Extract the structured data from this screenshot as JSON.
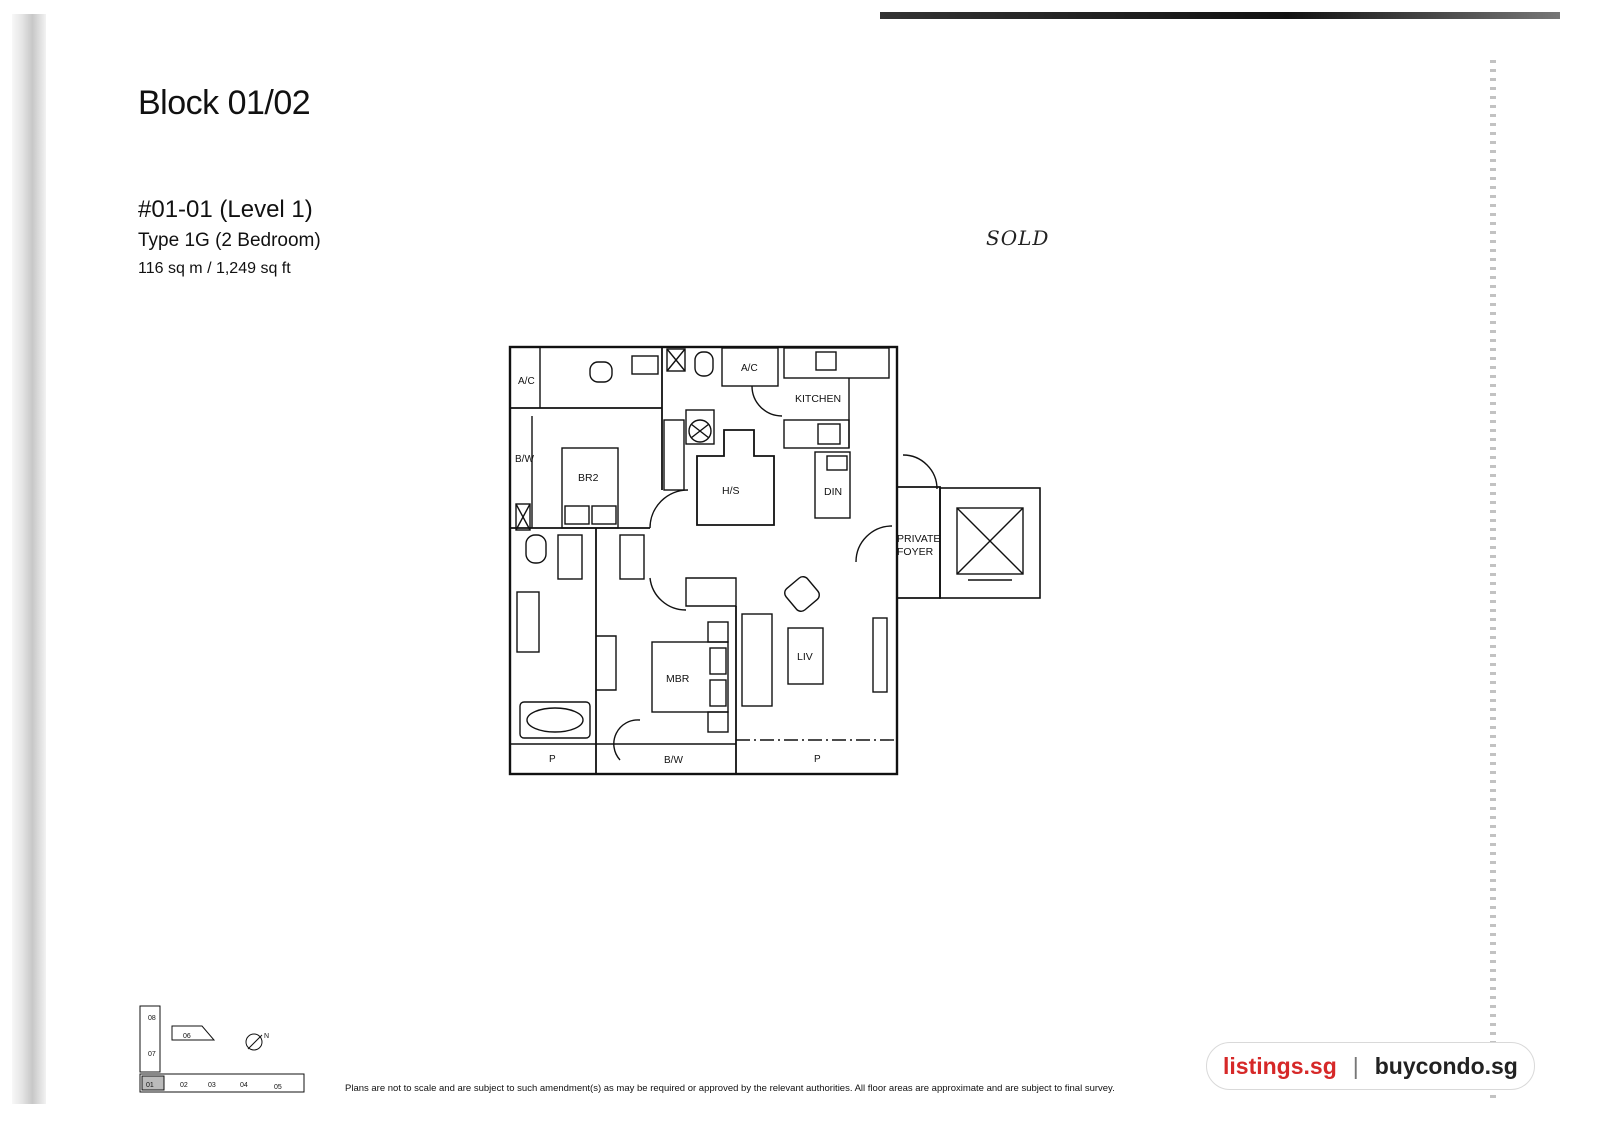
{
  "header": {
    "block": "Block 01/02",
    "unit": "#01-01 (Level 1)",
    "type": "Type 1G (2 Bedroom)",
    "area": "116 sq m / 1,249 sq ft"
  },
  "status_note": "SOLD",
  "floorplan": {
    "rooms": {
      "ac_left": "A/C",
      "ac_top": "A/C",
      "kitchen": "KITCHEN",
      "bw_left": "B/W",
      "br2": "BR2",
      "hs": "H/S",
      "din": "DIN",
      "private_foyer_1": "PRIVATE",
      "private_foyer_2": "FOYER",
      "liv": "LIV",
      "mbr": "MBR",
      "p_left": "P",
      "bw_bottom": "B/W",
      "p_right": "P"
    }
  },
  "keyplan": {
    "units": [
      "01",
      "02",
      "03",
      "04",
      "05",
      "06",
      "07",
      "08"
    ],
    "north": "N"
  },
  "disclaimer": "Plans are not to scale and are subject to such amendment(s) as may be required or approved by the relevant authorities. All floor areas are approximate and are subject to final survey.",
  "watermark": {
    "left": "listings.sg",
    "separator": "|",
    "right": "buycondo.sg"
  }
}
